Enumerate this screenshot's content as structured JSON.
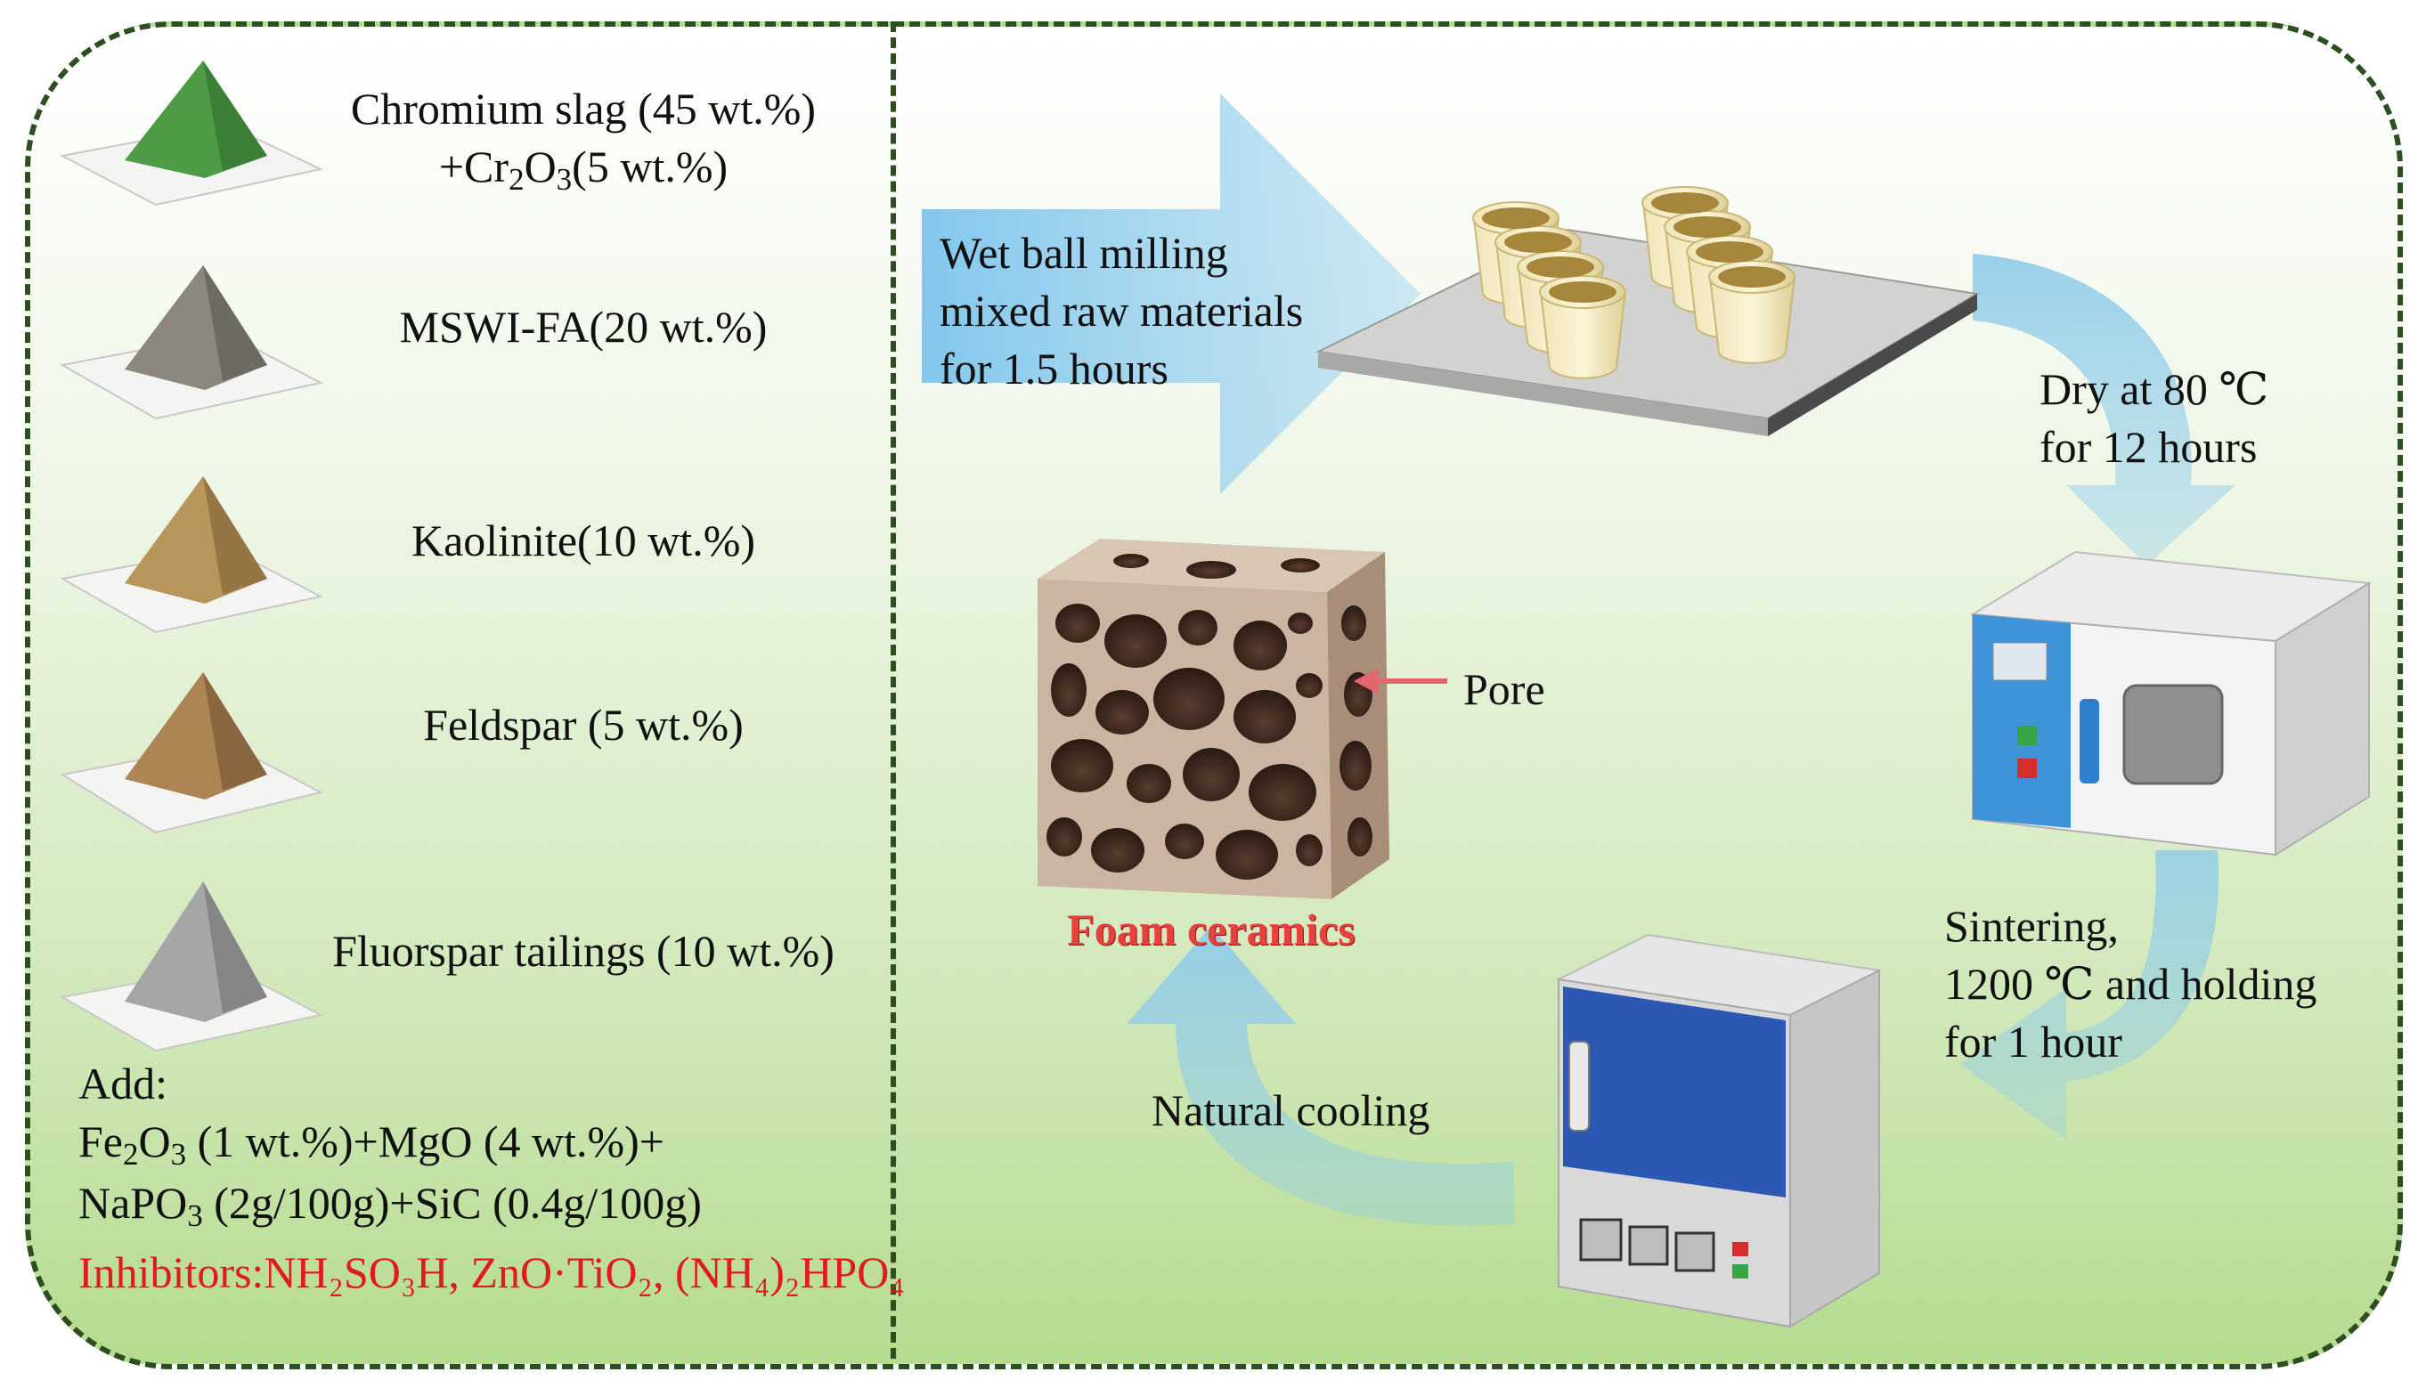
{
  "materials": [
    {
      "name": "Chromium slag  (45 wt.%)",
      "line2_parts": [
        "+Cr",
        "2",
        "O",
        "3",
        "(5 wt.%)"
      ],
      "color": "#4e9a46",
      "icon": "green-powder-pile"
    },
    {
      "name": "MSWI-FA(20 wt.%)",
      "color": "#8c8880",
      "icon": "gray-powder-pile"
    },
    {
      "name": "Kaolinite(10 wt.%)",
      "color": "#b8965b",
      "icon": "tan-powder-pile"
    },
    {
      "name": "Feldspar (5 wt.%)",
      "color": "#ad8554",
      "icon": "brown-powder-pile"
    },
    {
      "name": "Fluorspar tailings (10 wt.%)",
      "color": "#a6a6a6",
      "icon": "white-powder-pile"
    }
  ],
  "additives": {
    "label": "Add:",
    "line1_parts": [
      "Fe",
      "2",
      "O",
      "3",
      " (1 wt.%)+MgO (4 wt.%)+"
    ],
    "line2_parts": [
      "NaPO",
      "3",
      " (2g/100g)+SiC (0.4g/100g)"
    ],
    "inhibitors": "Inhibitors:NH₂SO₃H, ZnO·TiO₂, (NH₄)₂HPO₄",
    "inhibitors_color": "#e01b1b"
  },
  "steps": {
    "milling": [
      "Wet ball milling",
      "mixed raw materials",
      "for 1.5 hours"
    ],
    "drying": [
      "Dry at 80 ℃",
      "for 12 hours"
    ],
    "sintering": [
      "Sintering,",
      "1200 ℃ and holding",
      "for 1 hour"
    ],
    "cooling": "Natural cooling"
  },
  "product": {
    "label": "Foam ceramics",
    "label_color": "#e8403c",
    "pore_label": "Pore"
  },
  "colors": {
    "frame": "#2d4e20",
    "arrow": "#8fcbea",
    "oven_panel": "#3e93d9",
    "furnace_door": "#2c57b3"
  }
}
